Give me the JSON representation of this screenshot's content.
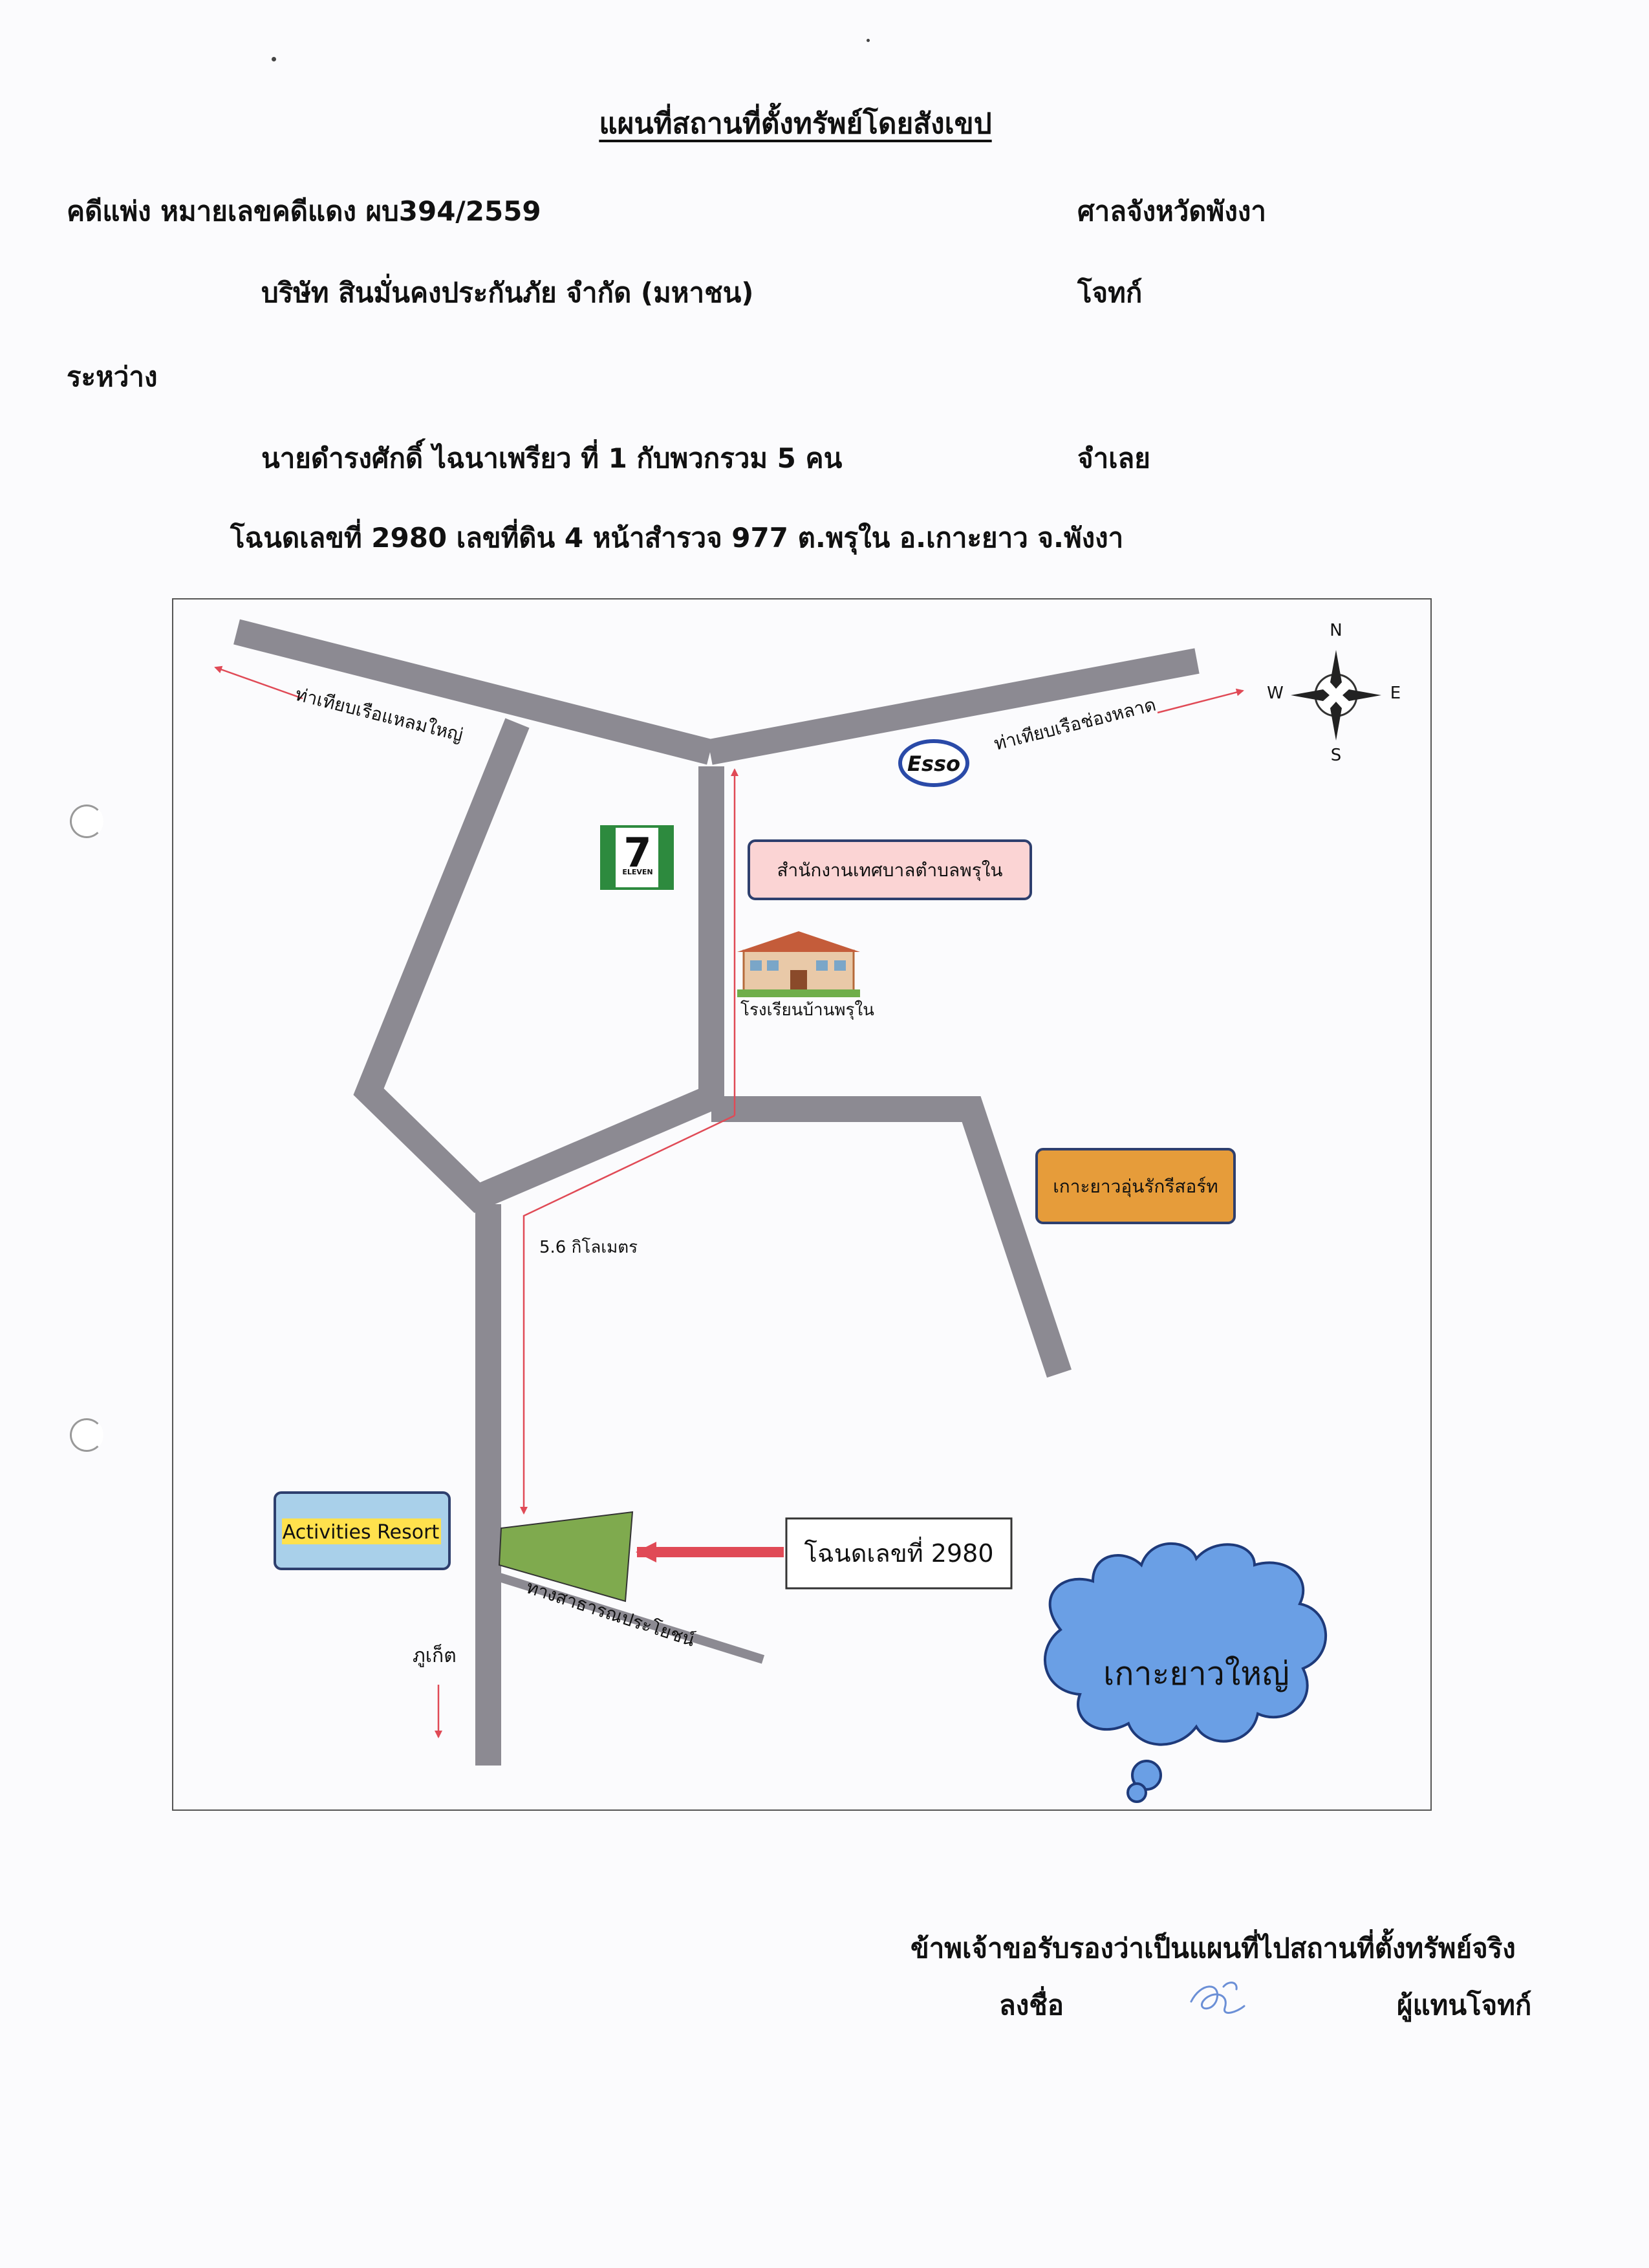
{
  "header": {
    "title": "แผนที่สถานที่ตั้งทรัพย์โดยสังเขป",
    "case_label": "คดีแพ่ง  หมายเลขคดีแดง  ผบ394/2559",
    "court": "ศาลจังหวัดพังงา",
    "plaintiff_name": "บริษัท สินมั่นคงประกันภัย จำกัด (มหาชน)",
    "plaintiff_role": "โจทก์",
    "between": "ระหว่าง",
    "defendant_name": "นายดำรงศักดิ์   ไฉนาเพรียว   ที่  1  กับพวกรวม 5 คน",
    "defendant_role": "จำเลย",
    "deed_line": "โฉนดเลขที่  2980  เลขที่ดิน  4  หน้าสำรวจ  977  ต.พรุใน  อ.เกาะยาว  จ.พังงา"
  },
  "map": {
    "compass": {
      "n": "N",
      "s": "S",
      "e": "E",
      "w": "W"
    },
    "labels": {
      "pier_left": "ท่าเทียบเรือแหลมใหญ่",
      "pier_right": "ท่าเทียบเรือช่องหลาด",
      "esso": "Esso",
      "seven_eleven": "7",
      "seven_sub": "ELEVEN",
      "municipal_office": "สำนักงานเทศบาลตำบลพรุใน",
      "school": "โรงเรียนบ้านพรุใน",
      "resort_koh_yao": "เกาะยาวอุ่นรักรีสอร์ท",
      "distance": "5.6 กิโลเมตร",
      "activities_resort": "Activities Resort",
      "deed_box": "โฉนดเลขที่ 2980",
      "public_road": "ทางสาธารณประโยชน์",
      "phuket": "ภูเก็ต",
      "island": "เกาะยาวใหญ่"
    },
    "colors": {
      "road": "#8c8a92",
      "arrow": "#e04a56",
      "land_plot": "#7faa4e",
      "cloud": "#6a9fe5",
      "office_box": "#fbd4d4",
      "resort_box": "#e69c3a",
      "activities_box": "#a9d0ea",
      "activities_highlight": "#ffe14d"
    }
  },
  "footer": {
    "certify": "ข้าพเจ้าขอรับรองว่าเป็นแผนที่ไปสถานที่ตั้งทรัพย์จริง",
    "sign_label": "ลงชื่อ",
    "signer_role": "ผู้แทนโจทก์"
  }
}
